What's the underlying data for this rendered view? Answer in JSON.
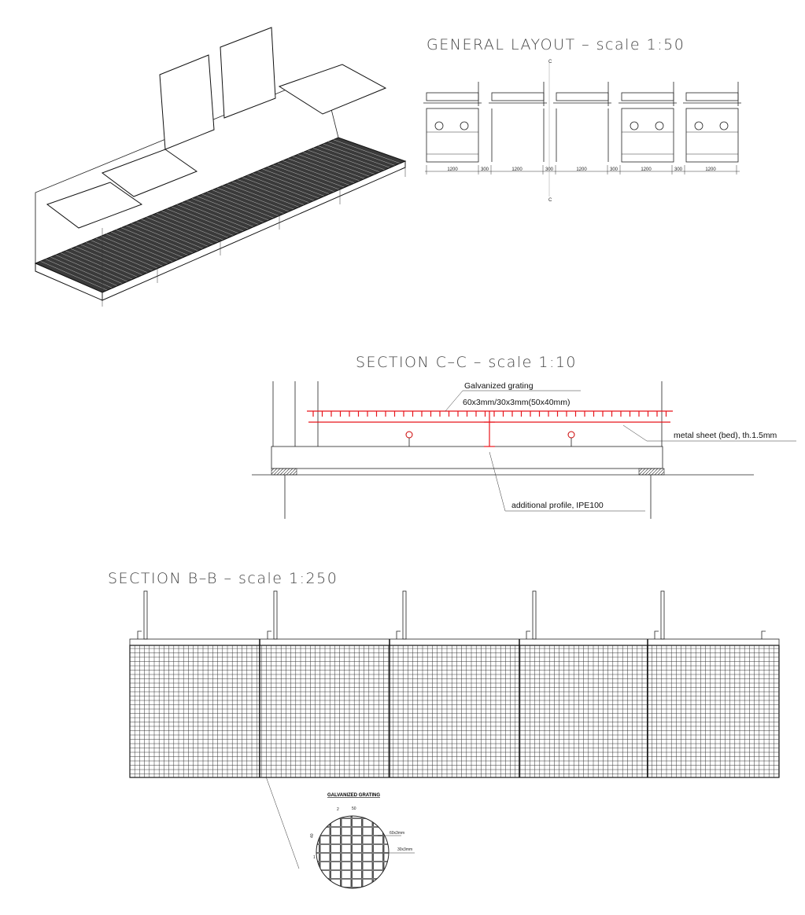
{
  "titles": {
    "general_layout": "GENERAL LAYOUT – scale 1:50",
    "section_cc": "SECTION C–C – scale 1:10",
    "section_bb": "SECTION B–B – scale 1:250"
  },
  "general_layout": {
    "dimensions": [
      "1200",
      "300",
      "1200",
      "300",
      "1200",
      "300",
      "1200",
      "300",
      "1200"
    ],
    "section_marker_top": "C",
    "section_marker_bottom": "C"
  },
  "section_cc": {
    "callouts": {
      "grating_title": "Galvanized grating",
      "grating_spec": "60x3mm/30x3mm(50x40mm)",
      "metal_sheet": "metal sheet (bed), th.1.5mm",
      "additional_profile": "additional profile, IPE100"
    }
  },
  "grating_detail": {
    "title": "GALVANIZED GRATING",
    "pitch_x": "50",
    "pitch_y": "40",
    "bar_main": "60x3mm",
    "bar_cross": "30x3mm",
    "marker_top": "2",
    "marker_left": "1"
  },
  "colors": {
    "line": "#222222",
    "highlight": "#e8141b"
  }
}
